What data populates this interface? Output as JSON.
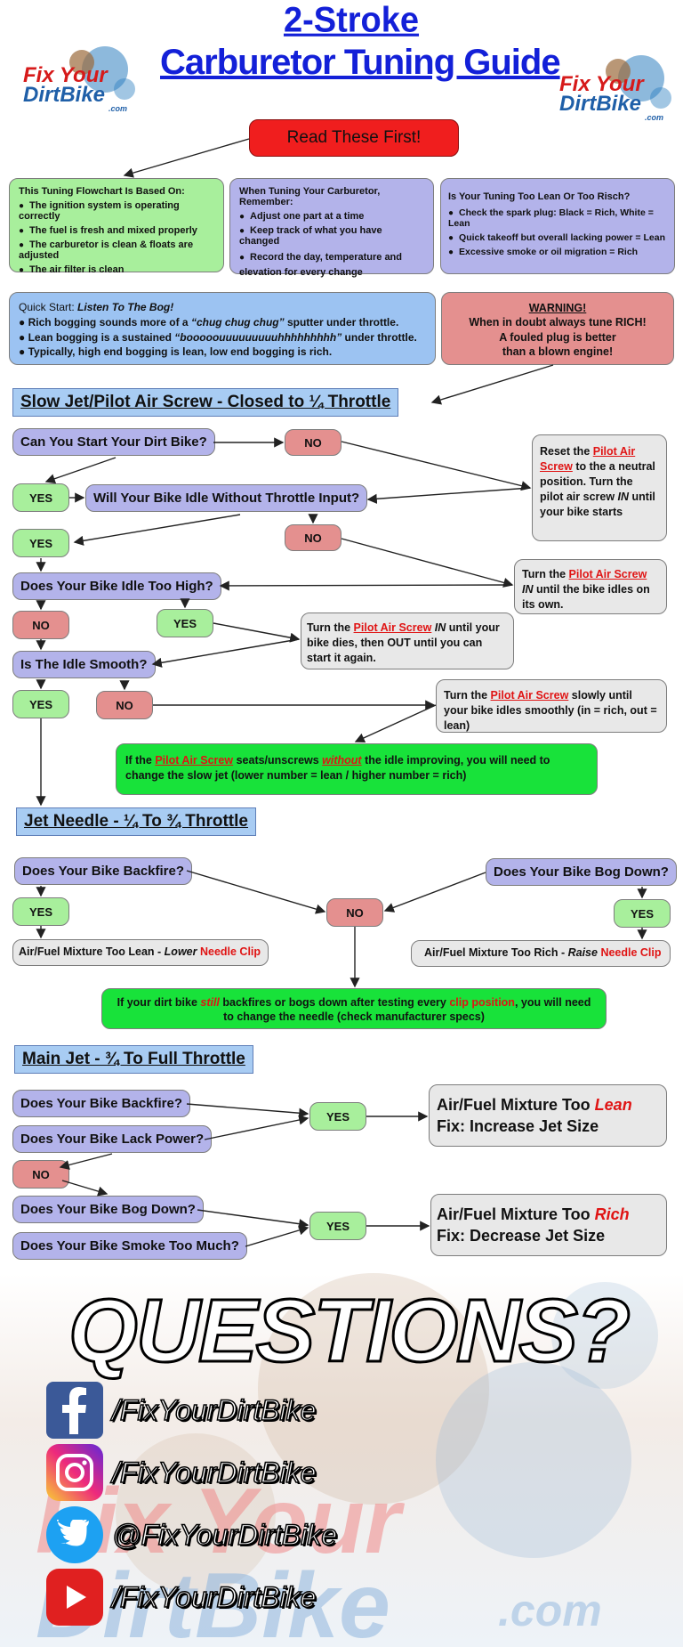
{
  "header": {
    "title_line1": "2-Stroke",
    "title_line2": "Carburetor Tuning Guide",
    "logo_left": {
      "line1": "Fix Your",
      "line2": "DirtBike",
      "suffix": ".com"
    },
    "logo_right": {
      "line1": "Fix Your",
      "line2": "DirtBike",
      "suffix": ".com"
    },
    "read_first": "Read These First!"
  },
  "intro": {
    "based_on": {
      "title": "This Tuning Flowchart Is Based On:",
      "items": [
        "The ignition system is operating correctly",
        "The fuel is fresh and mixed properly",
        "The carburetor is clean & floats are adjusted",
        "The air filter is clean"
      ]
    },
    "remember": {
      "title": "When Tuning Your Carburetor, Remember:",
      "items": [
        "Adjust one part at a time",
        "Keep track of what you have changed",
        "Record the day, temperature and elevation for every change"
      ]
    },
    "lean_rich": {
      "title": "Is Your Tuning Too Lean Or Too Risch?",
      "items": [
        "Check the spark plug: Black = Rich, White = Lean",
        "Quick takeoff but overall lacking power = Lean",
        "Excessive smoke or oil migration = Rich"
      ]
    },
    "quick_start": {
      "title_prefix": "Quick Start: ",
      "title_italic": "Listen To The Bog!",
      "line1_a": "Rich bogging sounds more of a ",
      "line1_b": "“chug chug chug”",
      "line1_c": " sputter under throttle.",
      "line2_a": "Lean bogging is a sustained ",
      "line2_b": "“booooouuuuuuuuuhhhhhhhhh”",
      "line2_c": " under throttle.",
      "line3": "Typically, high end bogging is lean, low end bogging is rich."
    },
    "warning": {
      "title": "WARNING!",
      "line1": "When in doubt always tune RICH!",
      "line2": "A fouled plug is better",
      "line3": "than a blown engine!"
    }
  },
  "slow_jet": {
    "heading": "Slow Jet/Pilot Air Screw - Closed to ¼ Throttle",
    "q_start": "Can You Start Your Dirt Bike?",
    "q_idle": "Will Your Bike Idle Without Throttle Input?",
    "q_too_high": "Does Your Bike Idle Too High?",
    "q_smooth": "Is The Idle Smooth?",
    "yes": "YES",
    "no": "NO",
    "reset": {
      "a": "Reset the ",
      "link": "Pilot Air Screw",
      "b": " to the a neutral position. Turn the pilot air screw ",
      "in": "IN",
      "c": " until your bike starts"
    },
    "turn_in": {
      "a": "Turn the ",
      "link": "Pilot Air Screw",
      "b": "  ",
      "in": "IN",
      "c": " until the bike idles on its own."
    },
    "turn_dies": {
      "a": "Turn the ",
      "link": "Pilot Air Screw",
      "b": "  ",
      "in": "IN",
      "c": " until your bike dies, then ",
      "out": "OUT",
      "d": " until you can start it again."
    },
    "turn_slow": {
      "a": "Turn the ",
      "link": "Pilot Air Screw",
      "b": " slowly until your bike idles smoothly (in = rich, out = lean)"
    },
    "note": {
      "a": "If the ",
      "link": "Pilot Air Screw",
      "b": " seats/unscrews ",
      "without": "without",
      "c": " the idle improving, you will need to change the slow jet (lower number = lean / higher number = rich)"
    }
  },
  "jet_needle": {
    "heading": "Jet Needle - ¼ To ¾ Throttle",
    "q_backfire": "Does Your Bike Backfire?",
    "q_bog": "Does Your Bike Bog Down?",
    "yes": "YES",
    "no": "NO",
    "lean": {
      "a": "Air/Fuel Mixture Too Lean - ",
      "italic": "Lower",
      "red": "Needle Clip"
    },
    "rich": {
      "a": "Air/Fuel Mixture Too Rich - ",
      "italic": "Raise",
      "red": "Needle Clip"
    },
    "note": {
      "a": "If your dirt bike ",
      "still": "still",
      "b": " backfires or bogs down after testing every ",
      "clip": "clip position",
      "c": ", you will need to change the needle (check manufacturer specs)"
    }
  },
  "main_jet": {
    "heading": "Main Jet - ¾ To Full Throttle",
    "q_backfire": "Does Your Bike Backfire?",
    "q_power": "Does Your Bike Lack Power?",
    "q_bog": "Does Your Bike Bog Down?",
    "q_smoke": "Does Your Bike Smoke Too Much?",
    "yes": "YES",
    "no": "NO",
    "lean_a": "Air/Fuel Mixture Too ",
    "lean_b": "Lean",
    "lean_fix": "Fix: Increase Jet Size",
    "rich_a": "Air/Fuel Mixture Too ",
    "rich_b": "Rich",
    "rich_fix": "Fix: Decrease Jet Size"
  },
  "footer": {
    "questions": "QUESTIONS?",
    "social": [
      {
        "icon": "facebook-icon",
        "handle": "/FixYourDirtBike",
        "color": "#3b5998"
      },
      {
        "icon": "instagram-icon",
        "handle": "/FixYourDirtBike",
        "color": "#d6249f"
      },
      {
        "icon": "twitter-icon",
        "handle": "@FixYourDirtBike",
        "color": "#1da1f2"
      },
      {
        "icon": "youtube-icon",
        "handle": "/FixYourDirtBike",
        "color": "#e02020"
      }
    ],
    "watermark_line1": "Fix Your",
    "watermark_line2": "DirtBike",
    "watermark_suffix": ".com"
  },
  "colors": {
    "title_blue": "#1320d8",
    "question_purple": "#b3b3ea",
    "yes_green": "#a8ef9c",
    "no_red": "#e4908f",
    "link_red": "#e01414",
    "note_green": "#18e23a"
  }
}
